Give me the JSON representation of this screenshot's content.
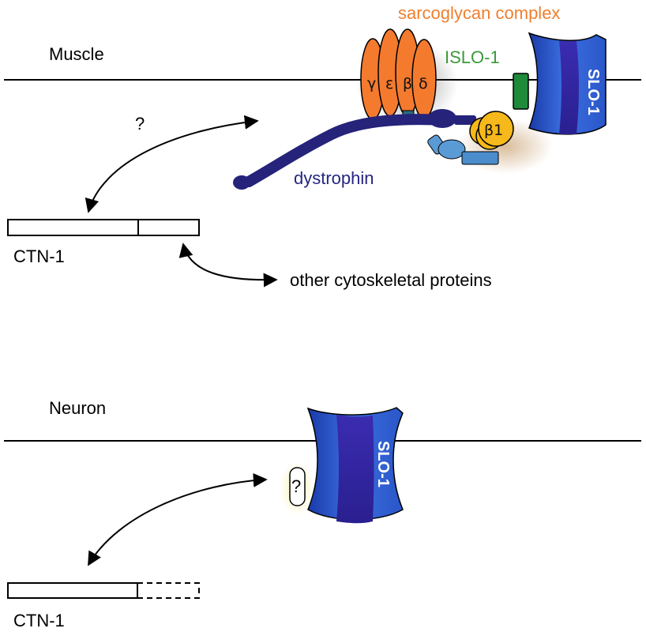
{
  "muscle": {
    "section_label": "Muscle",
    "sarcoglycan_label": "sarcoglycan complex",
    "sarcoglycan_subunits": [
      "γ",
      "ε",
      "β",
      "δ"
    ],
    "islo_label": "ISLO-1",
    "slo_label": "SLO-1",
    "beta1_label": "β1",
    "dystrophin_label": "dystrophin",
    "question": "?",
    "ctn_label": "CTN-1",
    "other_label": "other cytoskeletal proteins"
  },
  "neuron": {
    "section_label": "Neuron",
    "slo_label": "SLO-1",
    "question": "?",
    "ctn_label": "CTN-1"
  },
  "colors": {
    "orange": "#f47a2e",
    "navy": "#25237a",
    "blue": "#2f5fd0",
    "green": "#1f8a3a",
    "yellow": "#f6b81a",
    "lightblue": "#5b9bd5"
  }
}
